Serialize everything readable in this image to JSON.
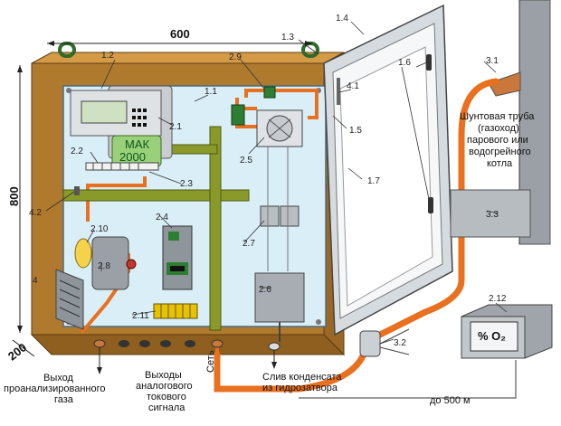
{
  "dimensions": {
    "width": "600",
    "height": "800",
    "depth": "200"
  },
  "device": {
    "model_line1": "МАК",
    "model_line2": "2000"
  },
  "display_unit": {
    "reading": "% O₂"
  },
  "callouts": {
    "c1_1": "1.1",
    "c1_2": "1.2",
    "c1_3": "1.3",
    "c1_4": "1.4",
    "c1_5": "1.5",
    "c1_6": "1.6",
    "c1_7": "1.7",
    "c2_1": "2.1",
    "c2_2": "2.2",
    "c2_3": "2.3",
    "c2_4": "2.4",
    "c2_5": "2.5",
    "c2_6": "2.6",
    "c2_7": "2.7",
    "c2_8": "2.8",
    "c2_9": "2.9",
    "c2_10": "2.10",
    "c2_11": "2.11",
    "c2_12": "2.12",
    "c3_1": "3.1",
    "c3_2": "3.2",
    "c3_3": "3.3",
    "c4": "4",
    "c4_1": "4.1",
    "c4_2": "4.2"
  },
  "captions": {
    "flue_l1": "Шунтовая труба",
    "flue_l2": "(газоход)",
    "flue_l3": "парового или",
    "flue_l4": "водогрейного",
    "flue_l5": "котла",
    "outlet_l1": "Выход",
    "outlet_l2": "проанализированного",
    "outlet_l3": "газа",
    "analog_l1": "Выходы",
    "analog_l2": "аналогового",
    "analog_l3": "токового",
    "analog_l4": "сигнала",
    "mains": "Сеть",
    "drain_l1": "Слив конденсата",
    "drain_l2": "из гидрозатвора",
    "distance": "до 500 м"
  },
  "colors": {
    "cabinet_wood": "#b07a2e",
    "back_panel": "#d9eef7",
    "gas_pipe": "#e8701f",
    "rail_green": "#8a9a2a",
    "door_gray": "#d6dbe0"
  }
}
